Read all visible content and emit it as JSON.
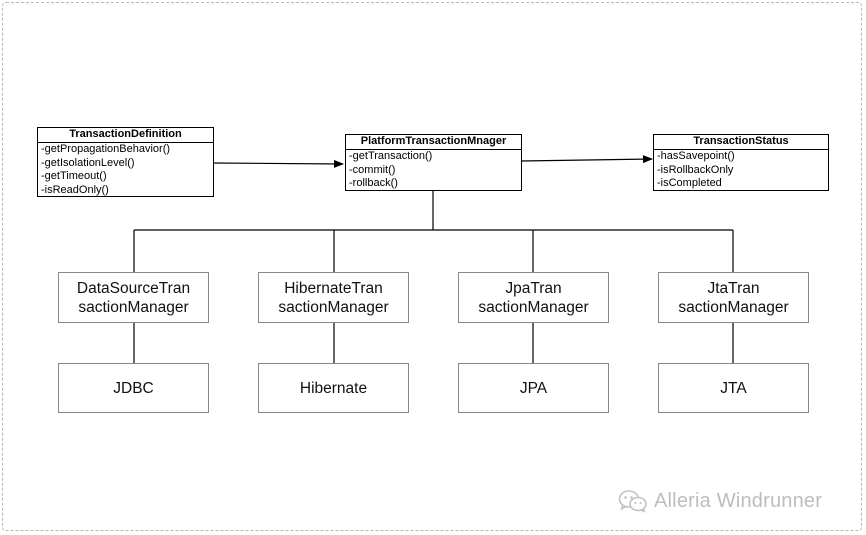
{
  "definition": {
    "title": "TransactionDefinition",
    "methods": [
      "-getPropagationBehavior()",
      "-getIsolationLevel()",
      "-getTimeout()",
      "-isReadOnly()"
    ]
  },
  "platform": {
    "title": "PlatformTransactionMnager",
    "methods": [
      "-getTransaction()",
      "-commit()",
      "-rollback()"
    ]
  },
  "status": {
    "title": "TransactionStatus",
    "methods": [
      "-hasSavepoint()",
      "-isRollbackOnly",
      "-isCompleted"
    ]
  },
  "managers": [
    {
      "line1": "DataSourceTran",
      "line2": "sactionManager"
    },
    {
      "line1": "HibernateTran",
      "line2": "sactionManager"
    },
    {
      "line1": "JpaTran",
      "line2": "sactionManager"
    },
    {
      "line1": "JtaTran",
      "line2": "sactionManager"
    }
  ],
  "technologies": [
    "JDBC",
    "Hibernate",
    "JPA",
    "JTA"
  ],
  "watermark": {
    "text": "Alleria Windrunner",
    "icon": "wechat-icon"
  }
}
